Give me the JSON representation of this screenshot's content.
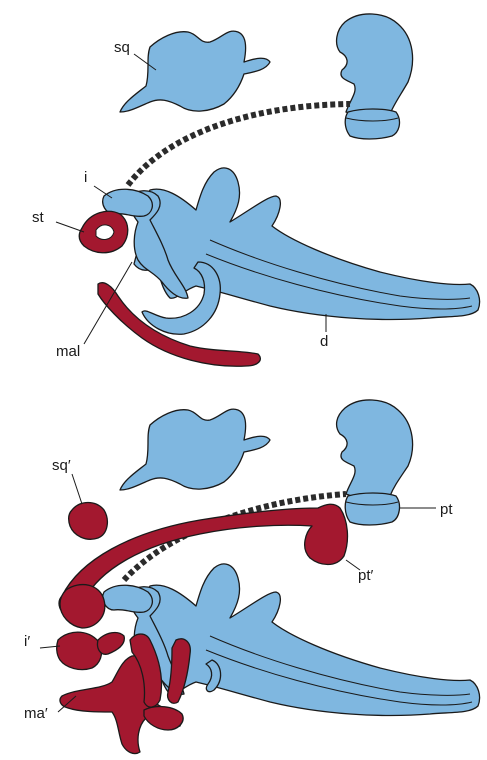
{
  "colors": {
    "bone_blue": "#7fb7e0",
    "bone_red": "#a3182f",
    "outline": "#1a1a1a",
    "dotted_line": "#2b2b2b"
  },
  "top_panel": {
    "labels": {
      "sq": "sq",
      "i": "i",
      "st": "st",
      "mal": "mal",
      "d": "d"
    }
  },
  "bottom_panel": {
    "labels": {
      "sq_prime": "sq′",
      "pt": "pt",
      "pt_prime": "pt′",
      "i_prime": "i′",
      "ma_prime": "ma′"
    }
  }
}
